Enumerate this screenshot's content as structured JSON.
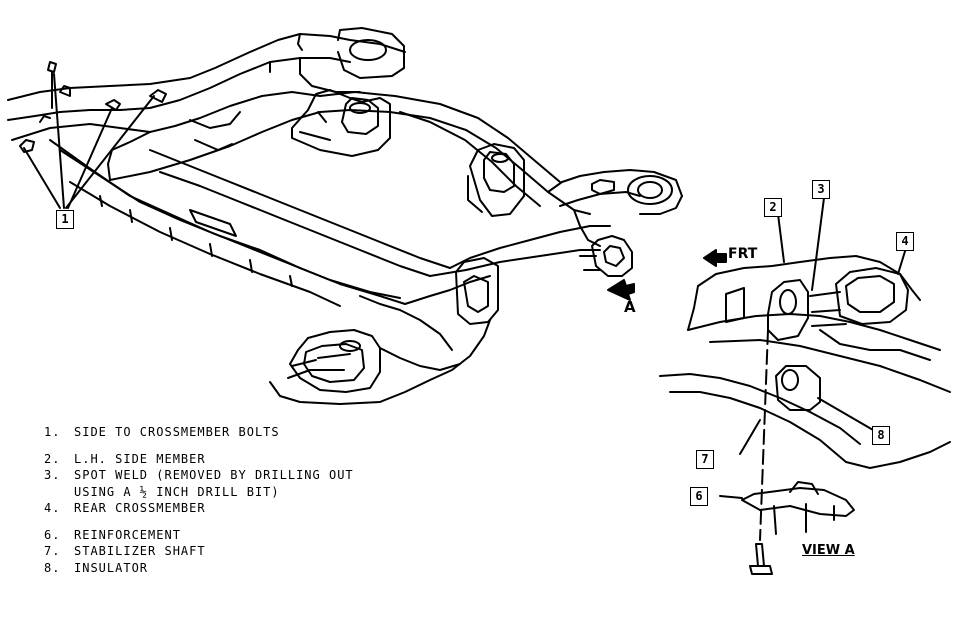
{
  "labels": {
    "front": "FRT",
    "view_arrow": "A",
    "view_title": "VIEW A"
  },
  "callouts": {
    "c1": "1",
    "c2": "2",
    "c3": "3",
    "c4": "4",
    "c6": "6",
    "c7": "7",
    "c8": "8"
  },
  "legend": [
    {
      "num": "1.",
      "text": "SIDE TO CROSSMEMBER BOLTS"
    },
    {
      "num": "2.",
      "text": "L.H. SIDE MEMBER"
    },
    {
      "num": "3.",
      "text": "SPOT WELD (REMOVED BY DRILLING OUT"
    },
    {
      "num": "",
      "text": "USING A ½ INCH DRILL BIT)"
    },
    {
      "num": "4.",
      "text": "REAR CROSSMEMBER"
    },
    {
      "num": "6.",
      "text": "REINFORCEMENT"
    },
    {
      "num": "7.",
      "text": "STABILIZER SHAFT"
    },
    {
      "num": "8.",
      "text": "INSULATOR"
    }
  ]
}
